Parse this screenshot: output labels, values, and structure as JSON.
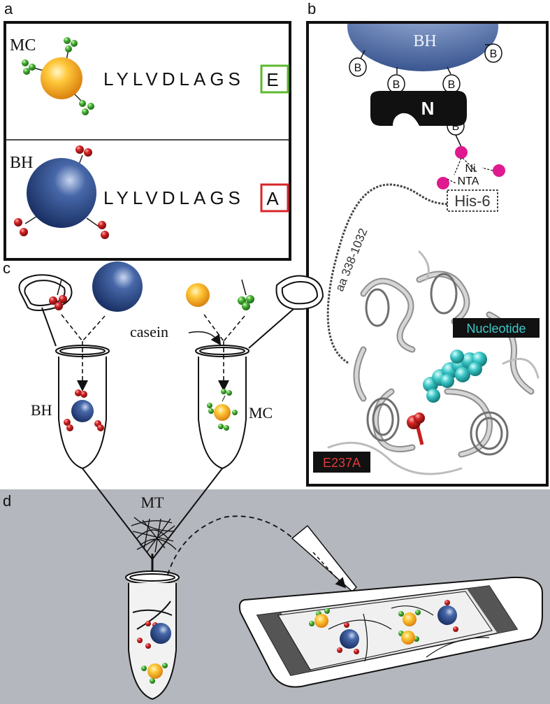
{
  "panels": {
    "a": {
      "letter": "a",
      "top": {
        "label": "MC",
        "sequence": "LYLVDLAGS",
        "residue": "E",
        "residue_color": "#5cb82e"
      },
      "bottom": {
        "label": "BH",
        "sequence": "LYLVDLAGS",
        "residue": "A",
        "residue_color": "#d9262a"
      }
    },
    "b": {
      "letter": "b",
      "bead_label": "BH",
      "biotin_label": "B",
      "neutravidin_label": "N",
      "ni_label": "Ni",
      "nta_label": "NTA",
      "his_label": "His-6",
      "range_label": "aa 338-1032",
      "nucleotide_label": "Nucleotide",
      "mutation_label": "E237A"
    },
    "c": {
      "letter": "c",
      "casein_label": "casein",
      "left_tube_label": "BH",
      "right_tube_label": "MC"
    },
    "d": {
      "letter": "d",
      "mt_label": "MT"
    }
  },
  "colors": {
    "mc_bead": "#f5a623",
    "bh_bead": "#2e4f8f",
    "green_biotin": "#4caf3a",
    "red_biotin": "#d02a2a",
    "nta_magenta": "#e0198f",
    "nucleotide": "#3fc9c9",
    "panel_d_bg": "#b4b7bd",
    "protein_gray": "#9a9a9a"
  }
}
